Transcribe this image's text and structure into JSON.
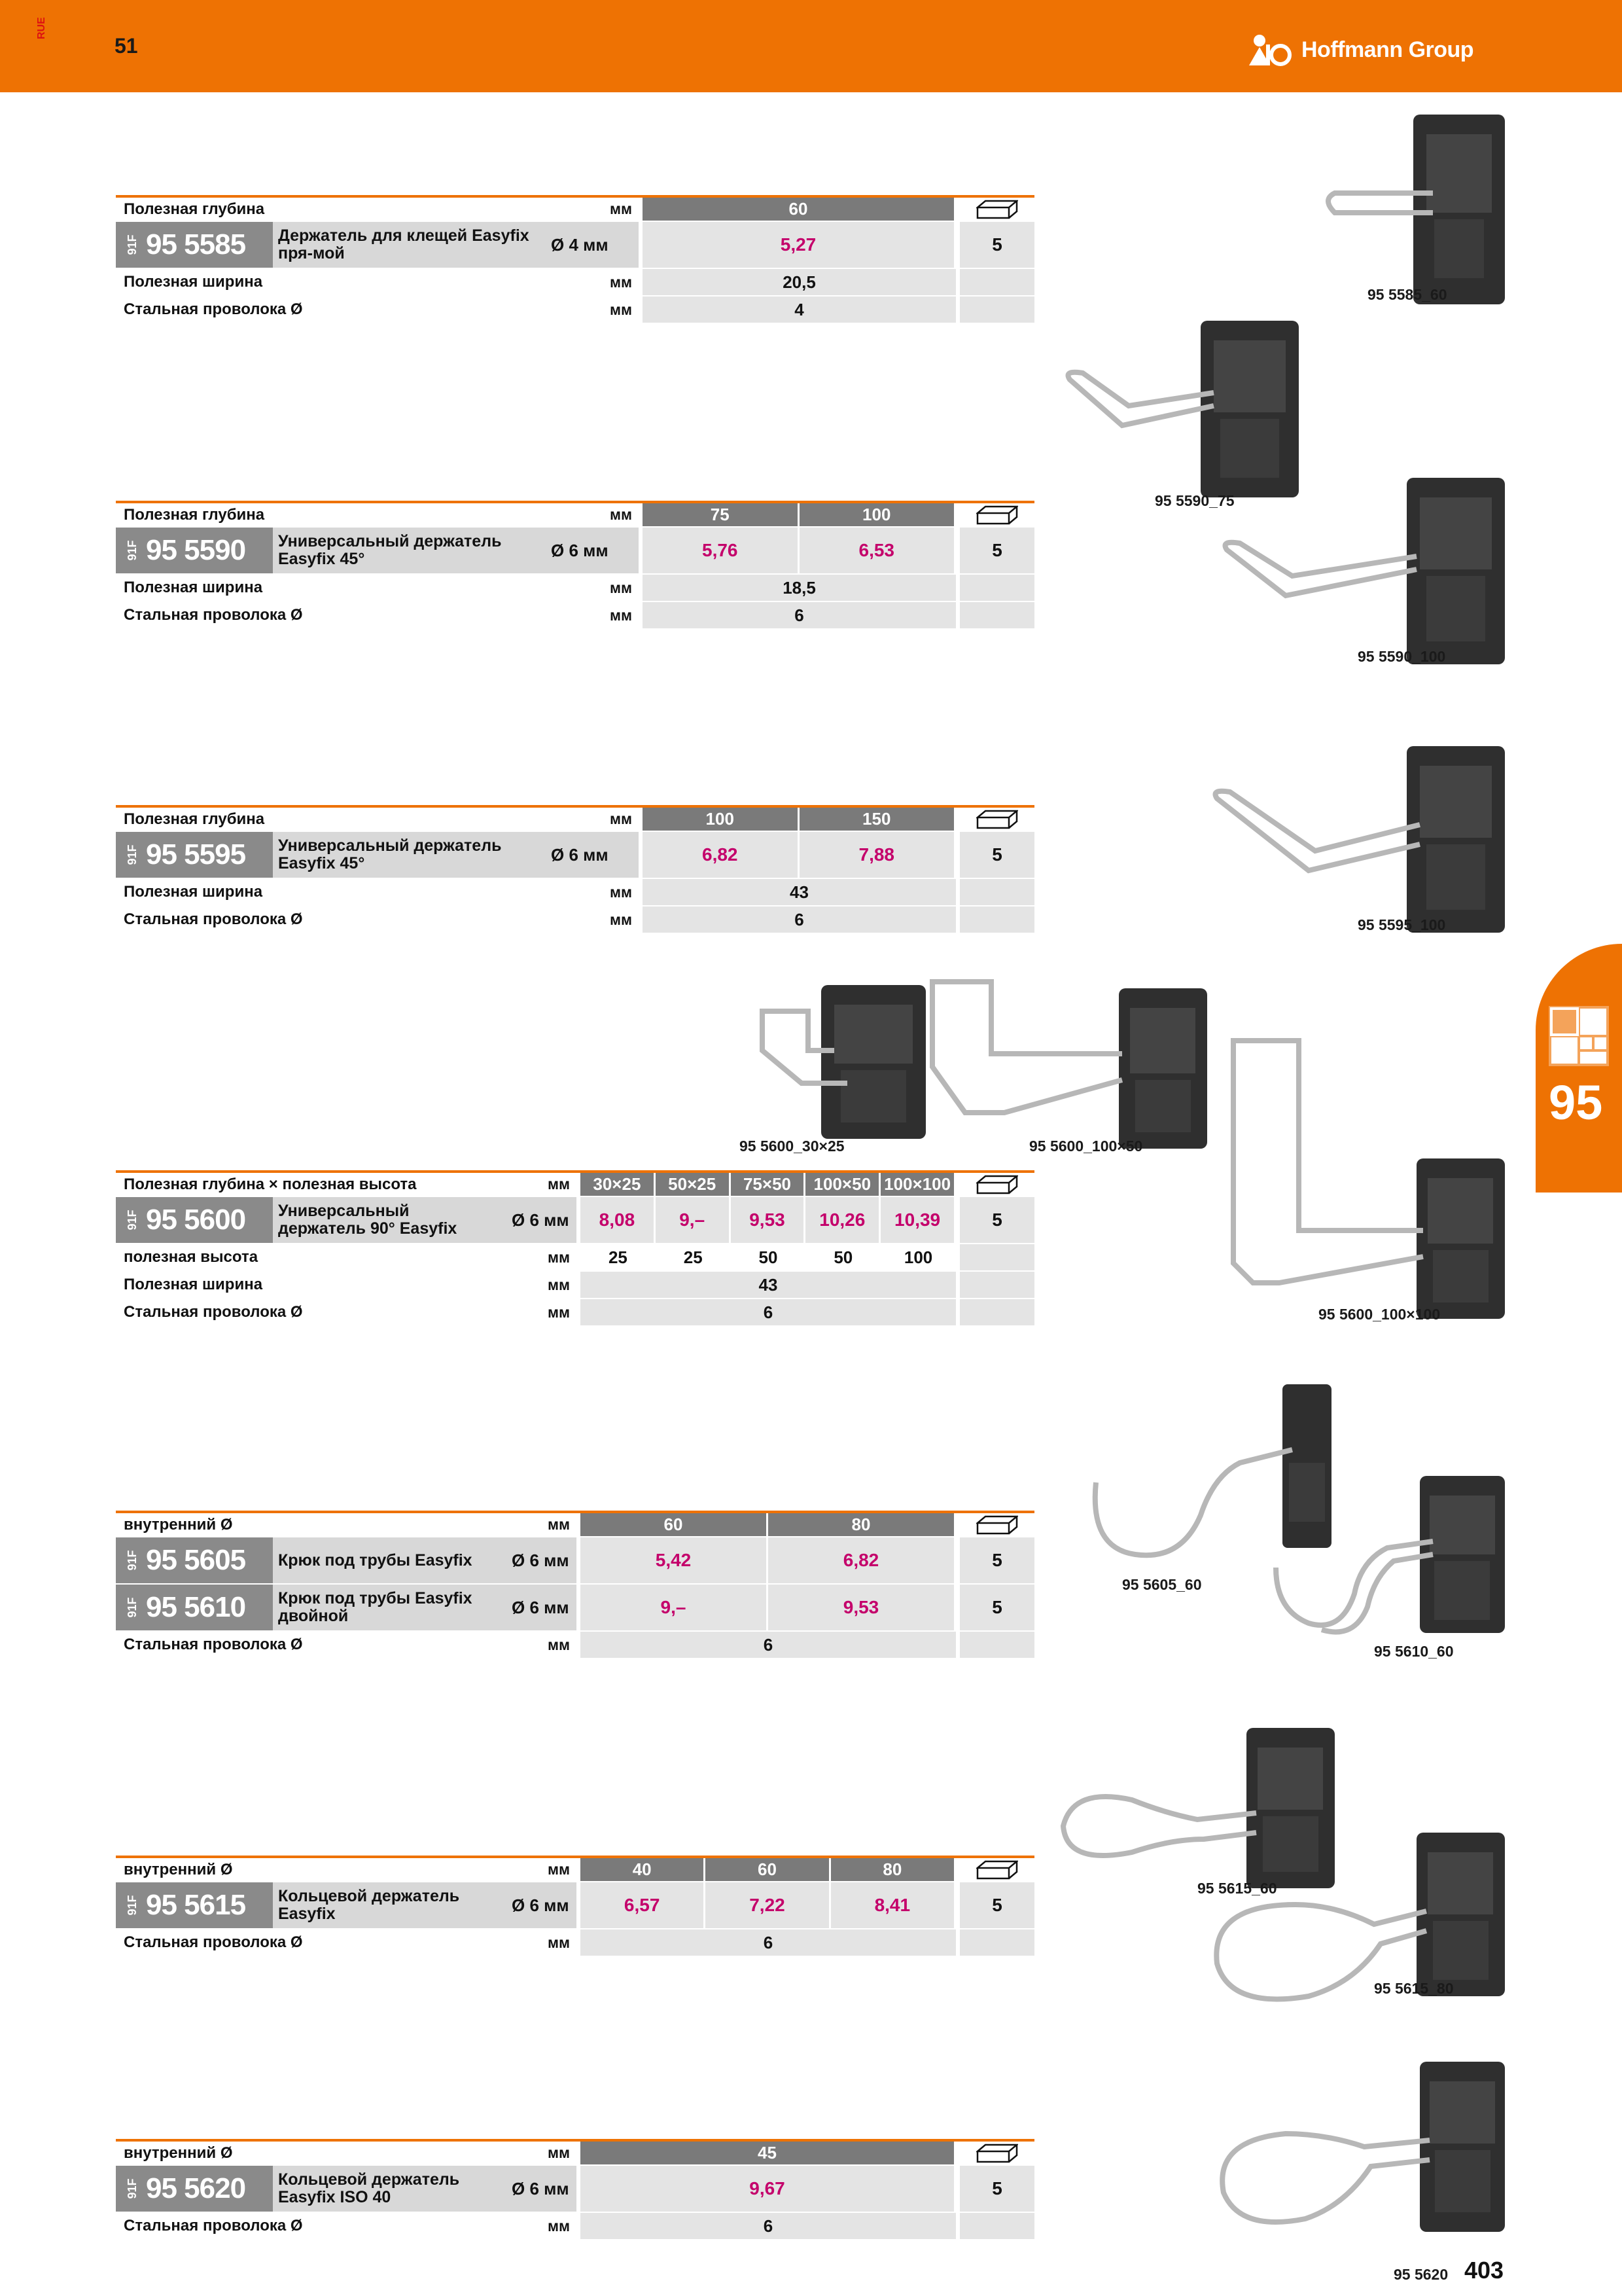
{
  "header": {
    "lang_code": "RUE",
    "chapter_page": "51",
    "logo_text": "Hoffmann Group",
    "accent": "#ee7203"
  },
  "footer": {
    "page_number": "403",
    "chapter_tab": "95"
  },
  "icons": {
    "pack": "box-icon",
    "logo": "hoffmann-logo-icon",
    "chapter": "grid-icon"
  },
  "units": {
    "mm": "мм"
  },
  "tables": [
    {
      "code": "91F",
      "art": "95 5585",
      "desc": "Держатель для клещей Easyfix пря-мой",
      "dia": "Ø 4 мм",
      "h_label": "Полезная глубина",
      "headers": [
        "60"
      ],
      "prices": [
        "5,27"
      ],
      "pack": "5",
      "rows": [
        {
          "label": "Полезная ширина",
          "unit": "мм",
          "value": "20,5"
        },
        {
          "label": "Стальная проволока Ø",
          "unit": "мм",
          "value": "4"
        }
      ]
    },
    {
      "code": "91F",
      "art": "95 5590",
      "desc": "Универсальный держатель Easyfix 45°",
      "dia": "Ø 6 мм",
      "h_label": "Полезная глубина",
      "headers": [
        "75",
        "100"
      ],
      "prices": [
        "5,76",
        "6,53"
      ],
      "pack": "5",
      "rows": [
        {
          "label": "Полезная ширина",
          "unit": "мм",
          "value": "18,5"
        },
        {
          "label": "Стальная проволока Ø",
          "unit": "мм",
          "value": "6"
        }
      ]
    },
    {
      "code": "91F",
      "art": "95 5595",
      "desc": "Универсальный держатель Easyfix 45°",
      "dia": "Ø 6 мм",
      "h_label": "Полезная глубина",
      "headers": [
        "100",
        "150"
      ],
      "prices": [
        "6,82",
        "7,88"
      ],
      "pack": "5",
      "rows": [
        {
          "label": "Полезная ширина",
          "unit": "мм",
          "value": "43"
        },
        {
          "label": "Стальная проволока Ø",
          "unit": "мм",
          "value": "6"
        }
      ]
    },
    {
      "code": "91F",
      "art": "95 5600",
      "desc": "Универсальный держатель 90° Easyfix",
      "dia": "Ø 6 мм",
      "h_label": "Полезная глубина × полезная высота",
      "headers": [
        "30×25",
        "50×25",
        "75×50",
        "100×50",
        "100×100"
      ],
      "prices": [
        "8,08",
        "9,–",
        "9,53",
        "10,26",
        "10,39"
      ],
      "pack": "5",
      "height_row": {
        "label": "полезная высота",
        "unit": "мм",
        "values": [
          "25",
          "25",
          "50",
          "50",
          "100"
        ]
      },
      "rows": [
        {
          "label": "Полезная ширина",
          "unit": "мм",
          "value": "43"
        },
        {
          "label": "Стальная проволока Ø",
          "unit": "мм",
          "value": "6"
        }
      ]
    },
    {
      "h_label": "внутренний Ø",
      "headers": [
        "60",
        "80"
      ],
      "items": [
        {
          "code": "91F",
          "art": "95 5605",
          "desc": "Крюк под трубы Easyfix",
          "dia": "Ø 6 мм",
          "prices": [
            "5,42",
            "6,82"
          ],
          "pack": "5"
        },
        {
          "code": "91F",
          "art": "95 5610",
          "desc": "Крюк под трубы Easyfix двойной",
          "dia": "Ø 6 мм",
          "prices": [
            "9,–",
            "9,53"
          ],
          "pack": "5"
        }
      ],
      "rows": [
        {
          "label": "Стальная проволока Ø",
          "unit": "мм",
          "value": "6"
        }
      ]
    },
    {
      "code": "91F",
      "art": "95 5615",
      "desc": "Кольцевой держатель Easyfix",
      "dia": "Ø 6 мм",
      "h_label": "внутренний Ø",
      "headers": [
        "40",
        "60",
        "80"
      ],
      "prices": [
        "6,57",
        "7,22",
        "8,41"
      ],
      "pack": "5",
      "rows": [
        {
          "label": "Стальная проволока Ø",
          "unit": "мм",
          "value": "6"
        }
      ]
    },
    {
      "code": "91F",
      "art": "95 5620",
      "desc": "Кольцевой держатель Easyfix ISO 40",
      "dia": "Ø 6 мм",
      "h_label": "внутренний Ø",
      "headers": [
        "45"
      ],
      "prices": [
        "9,67"
      ],
      "pack": "5",
      "rows": [
        {
          "label": "Стальная проволока Ø",
          "unit": "мм",
          "value": "6"
        }
      ]
    }
  ],
  "captions": [
    "95 5585_60",
    "95 5590_75",
    "95 5590_100",
    "95 5595_100",
    "95 5600_30×25",
    "95 5600_100×50",
    "95 5600_100×100",
    "95 5605_60",
    "95 5610_60",
    "95 5615_60",
    "95 5615_80",
    "95 5620"
  ]
}
